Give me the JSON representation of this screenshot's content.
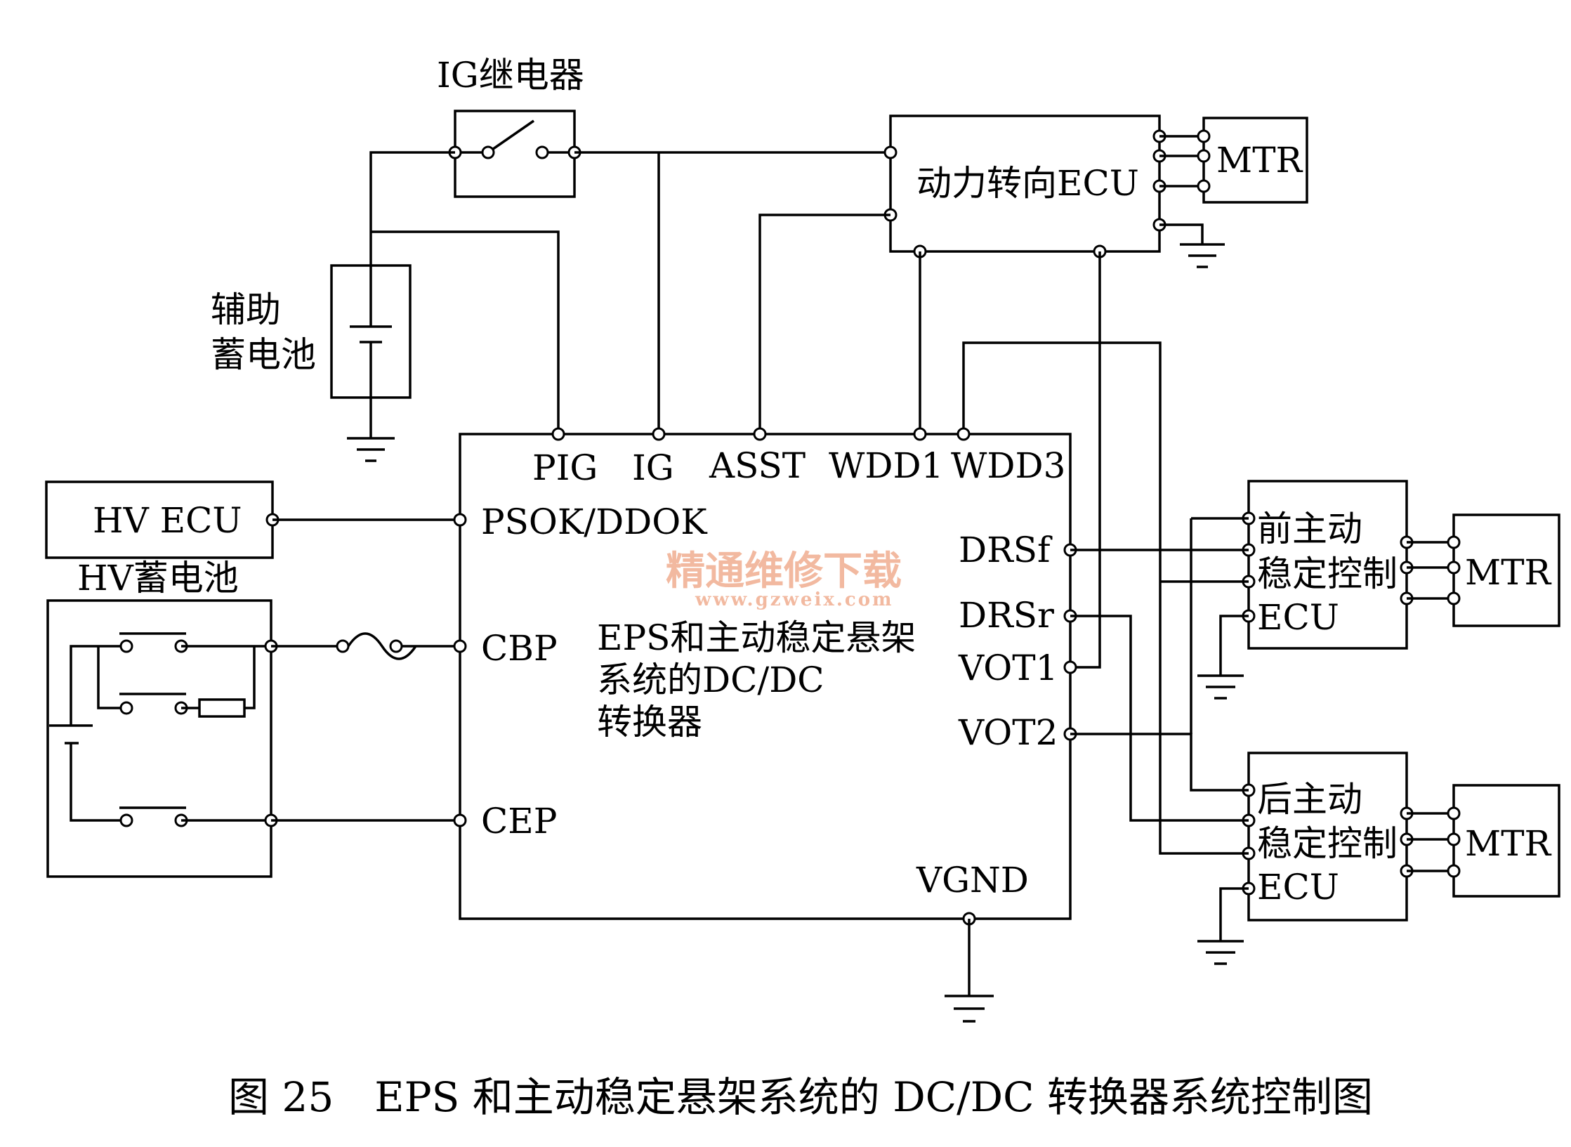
{
  "labels": {
    "ig_relay": "IG继电器",
    "aux_battery_1": "辅助",
    "aux_battery_2": "蓄电池",
    "ps_ecu": "动力转向ECU",
    "mtr": "MTR",
    "hv_ecu": "HV ECU",
    "hv_battery": "HV蓄电池",
    "pin_pig": "PIG",
    "pin_ig": "IG",
    "pin_asst": "ASST",
    "pin_wdd1": "WDD1",
    "pin_wdd3": "WDD3",
    "pin_psok": "PSOK/DDOK",
    "pin_cbp": "CBP",
    "pin_cep": "CEP",
    "pin_drsf": "DRSf",
    "pin_drsr": "DRSr",
    "pin_vot1": "VOT1",
    "pin_vot2": "VOT2",
    "pin_vgnd": "VGND",
    "converter_1": "EPS和主动稳定悬架",
    "converter_2": "系统的DC/DC",
    "converter_3": "转换器",
    "front_ecu_1": "前主动",
    "front_ecu_2": "稳定控制",
    "front_ecu_3": "ECU",
    "rear_ecu_1": "后主动",
    "rear_ecu_2": "稳定控制",
    "rear_ecu_3": "ECU"
  },
  "watermark": {
    "cn": "精通维修下载",
    "url": "www.gzweix.com"
  },
  "caption": "图 25　EPS 和主动稳定悬架系统的 DC/DC 转换器系统控制图"
}
